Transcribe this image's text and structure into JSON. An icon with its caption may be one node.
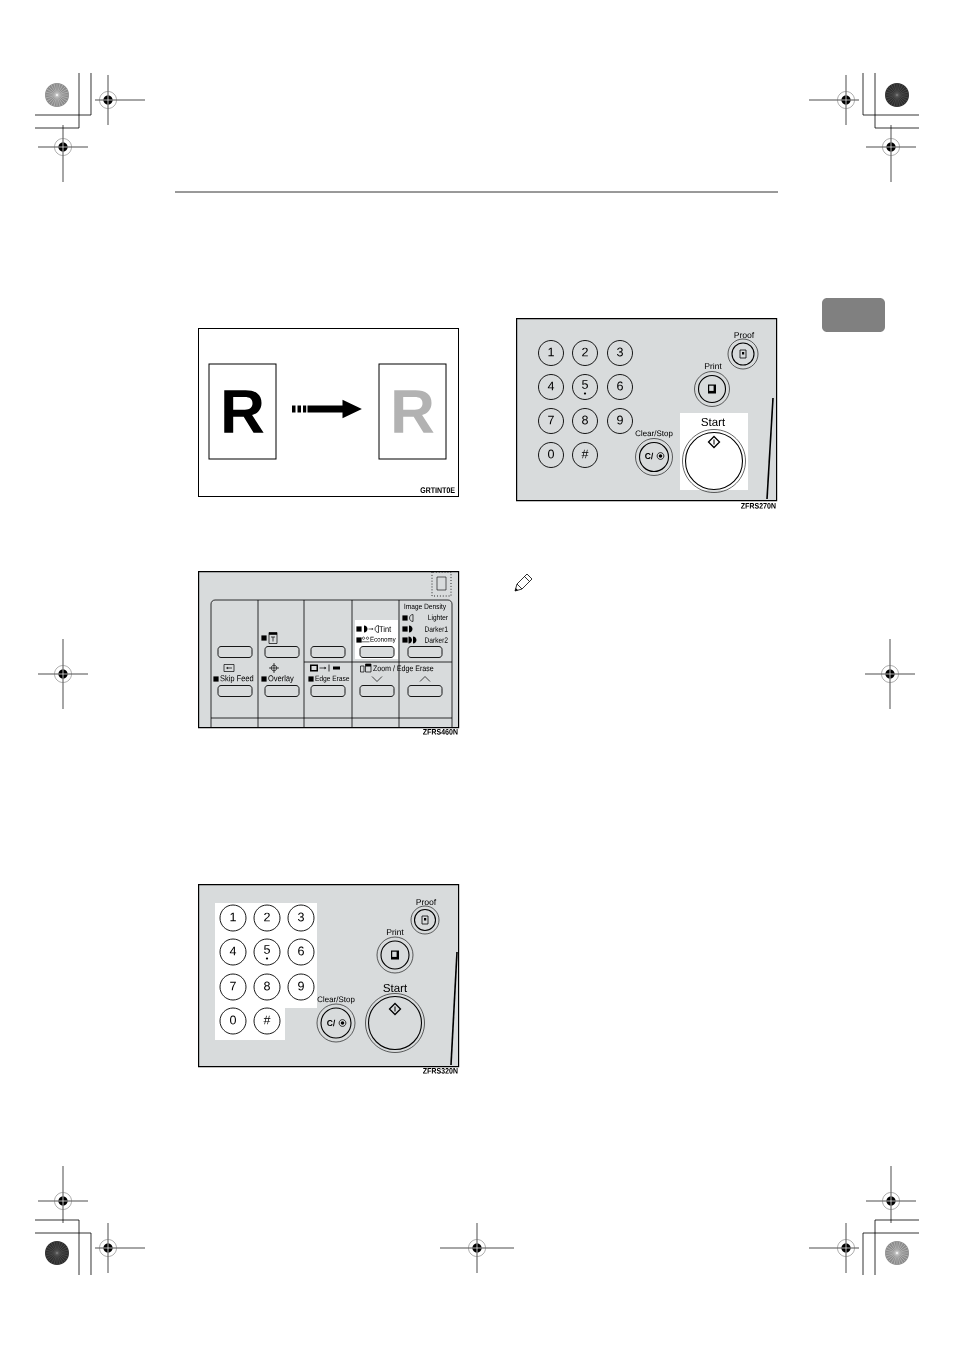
{
  "diagram": {
    "nodes": [
      {
        "text": [
          "GRTINT0E"
        ]
      },
      {
        "text": [
          "R"
        ],
        "in": 0
      },
      {
        "text": [
          "R"
        ],
        "in": 0
      },
      {
        "text": [],
        "shape": "box",
        "beside": [
          "ZFRS270N"
        ]
      },
      {
        "text": [
          "1"
        ],
        "in": 3
      },
      {
        "text": [
          "2"
        ],
        "in": 3
      },
      {
        "text": [
          "3"
        ],
        "in": 3
      },
      {
        "text": [
          "4"
        ],
        "in": 3
      },
      {
        "text": [
          "5"
        ],
        "in": 3
      },
      {
        "text": [
          "6"
        ],
        "in": 3
      },
      {
        "text": [
          "7"
        ],
        "in": 3
      },
      {
        "text": [
          "8"
        ],
        "in": 3
      },
      {
        "text": [
          "9"
        ],
        "in": 3
      },
      {
        "text": [
          "0"
        ],
        "in": 3
      },
      {
        "text": [
          "#"
        ],
        "in": 3
      },
      {
        "text": [
          "Proof"
        ],
        "in": 3
      },
      {
        "text": [
          "Print"
        ],
        "in": 3
      },
      {
        "text": [
          "Clear/Stop",
          "C/"
        ],
        "in": 3
      },
      {
        "text": [
          "Start"
        ],
        "in": 3
      },
      {
        "text": [],
        "shape": "box",
        "beside": [
          "ZFRS460N"
        ]
      },
      {
        "text": [],
        "shape": "box",
        "in": 19
      },
      {
        "text": [],
        "shape": "box",
        "in": 19
      },
      {
        "text": [],
        "shape": "box",
        "in": 19
      },
      {
        "text": [
          "Tint",
          "Economy"
        ],
        "in": 19
      },
      {
        "text": [
          "Image Density",
          "Lighter",
          "Darker1",
          "Darker2"
        ],
        "in": 19
      },
      {
        "text": [
          "Skip Feed"
        ],
        "in": 19
      },
      {
        "text": [
          "Overlay"
        ],
        "in": 19
      },
      {
        "text": [
          "Edge Erase"
        ],
        "in": 19
      },
      {
        "text": [],
        "shape": "box",
        "in": 19
      },
      {
        "text": [],
        "shape": "box",
        "in": 19
      },
      {
        "text": [],
        "shape": "box",
        "beside": [
          "ZFRS320N"
        ]
      },
      {
        "text": [
          "1"
        ],
        "in": 30
      },
      {
        "text": [
          "2"
        ],
        "in": 30
      },
      {
        "text": [
          "3"
        ],
        "in": 30
      },
      {
        "text": [
          "4"
        ],
        "in": 30
      },
      {
        "text": [
          "5"
        ],
        "in": 30
      },
      {
        "text": [
          "6"
        ],
        "in": 30
      },
      {
        "text": [
          "7"
        ],
        "in": 30
      },
      {
        "text": [
          "8"
        ],
        "in": 30
      },
      {
        "text": [
          "9"
        ],
        "in": 30
      },
      {
        "text": [
          "0"
        ],
        "in": 30
      },
      {
        "text": [
          "#"
        ],
        "in": 30
      },
      {
        "text": [
          "Proof"
        ],
        "in": 30
      },
      {
        "text": [
          "Print"
        ],
        "in": 30
      },
      {
        "text": [
          "Clear/Stop",
          "C/"
        ],
        "in": 30
      },
      {
        "text": [
          "Start"
        ],
        "in": 30
      }
    ],
    "edges": [
      {
        "from": 1,
        "to": 2,
        "arrow": "to"
      }
    ],
    "labels": [
      "Zoom / Edge Erase"
    ]
  }
}
